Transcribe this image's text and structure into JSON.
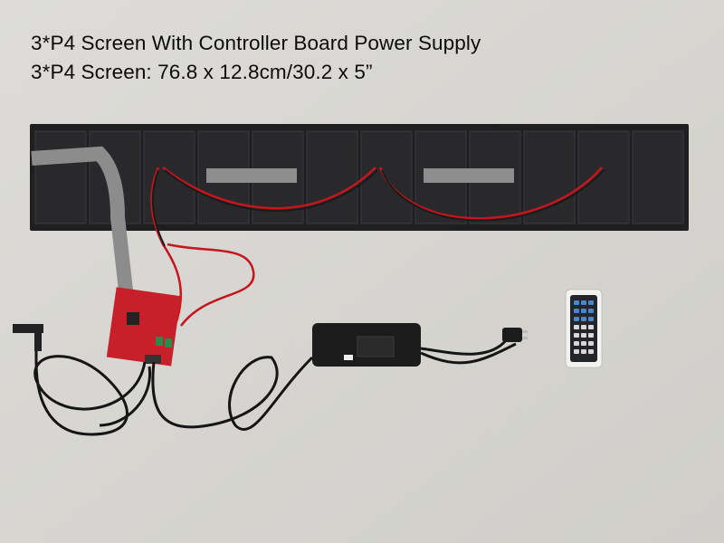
{
  "captions": {
    "title": "3*P4 Screen With Controller Board Power Supply",
    "dimensions": "3*P4 Screen: 76.8 x 12.8cm/30.2 x 5”"
  },
  "photo": {
    "module_count": 12,
    "panel_count": 3
  },
  "colors": {
    "background": "#d8d7d2",
    "panel": "#1f1f21",
    "board": "#c8202a",
    "cable_red": "#c4161c",
    "ribbon": "#8c8c8c"
  }
}
